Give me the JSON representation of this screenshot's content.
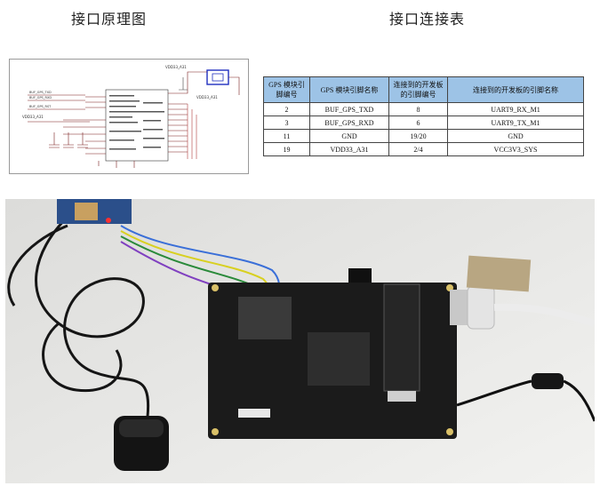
{
  "titles": {
    "left": "接口原理图",
    "right": "接口连接表"
  },
  "schematic": {
    "labels": {
      "net_top": "VDD33_A31",
      "net_mid": "VDD33_A31",
      "net_left": "VDD33_A31",
      "txd": "BUF_GPS_TXD",
      "rxd": "BUF_GPS_RXD",
      "rst": "BUF_GPS_RST"
    }
  },
  "table": {
    "headers": [
      "GPS 模块引脚编号",
      "GPS 模块引脚名称",
      "连接到的开发板的引脚编号",
      "连接到的开发板的引脚名称"
    ],
    "rows": [
      [
        "2",
        "BUF_GPS_TXD",
        "8",
        "UART9_RX_M1"
      ],
      [
        "3",
        "BUF_GPS_RXD",
        "6",
        "UART9_TX_M1"
      ],
      [
        "11",
        "GND",
        "19/20",
        "GND"
      ],
      [
        "19",
        "VDD33_A31",
        "2/4",
        "VCC3V3_SYS"
      ]
    ]
  },
  "photo": {
    "colors": {
      "board": "#1b1b1b",
      "background": "#e9e9e7",
      "antenna": "#161616"
    }
  }
}
